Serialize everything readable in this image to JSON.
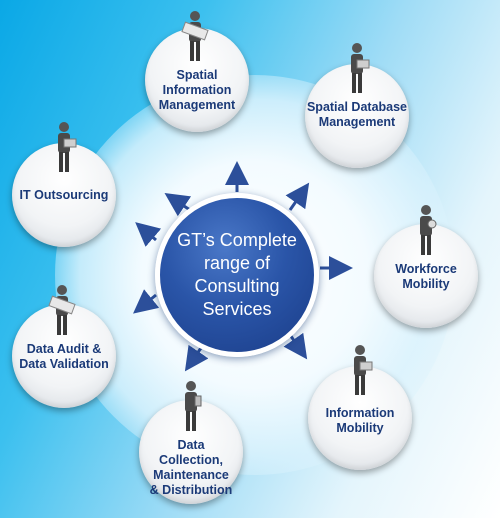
{
  "center": {
    "text": "GT’s Complete range of Consulting Services"
  },
  "services": [
    {
      "label": "Spatial Information Management",
      "icon": "person-with-map-icon"
    },
    {
      "label": "Spatial Database Management",
      "icon": "person-with-laptop-icon"
    },
    {
      "label": "Workforce Mobility",
      "icon": "person-with-magnifier-icon"
    },
    {
      "label": "Information Mobility",
      "icon": "person-with-laptop-icon"
    },
    {
      "label": "Data Collection, Maintenance & Distribution",
      "icon": "person-with-gps-device-icon"
    },
    {
      "label": "Data Audit & Data Validation",
      "icon": "person-with-map-icon"
    },
    {
      "label": "IT Outsourcing",
      "icon": "person-with-laptop-icon"
    }
  ],
  "colors": {
    "hub": "#1f4390",
    "label": "#1b3a78",
    "arrow": "#2c4f9a",
    "background": "#2bb8ec"
  }
}
